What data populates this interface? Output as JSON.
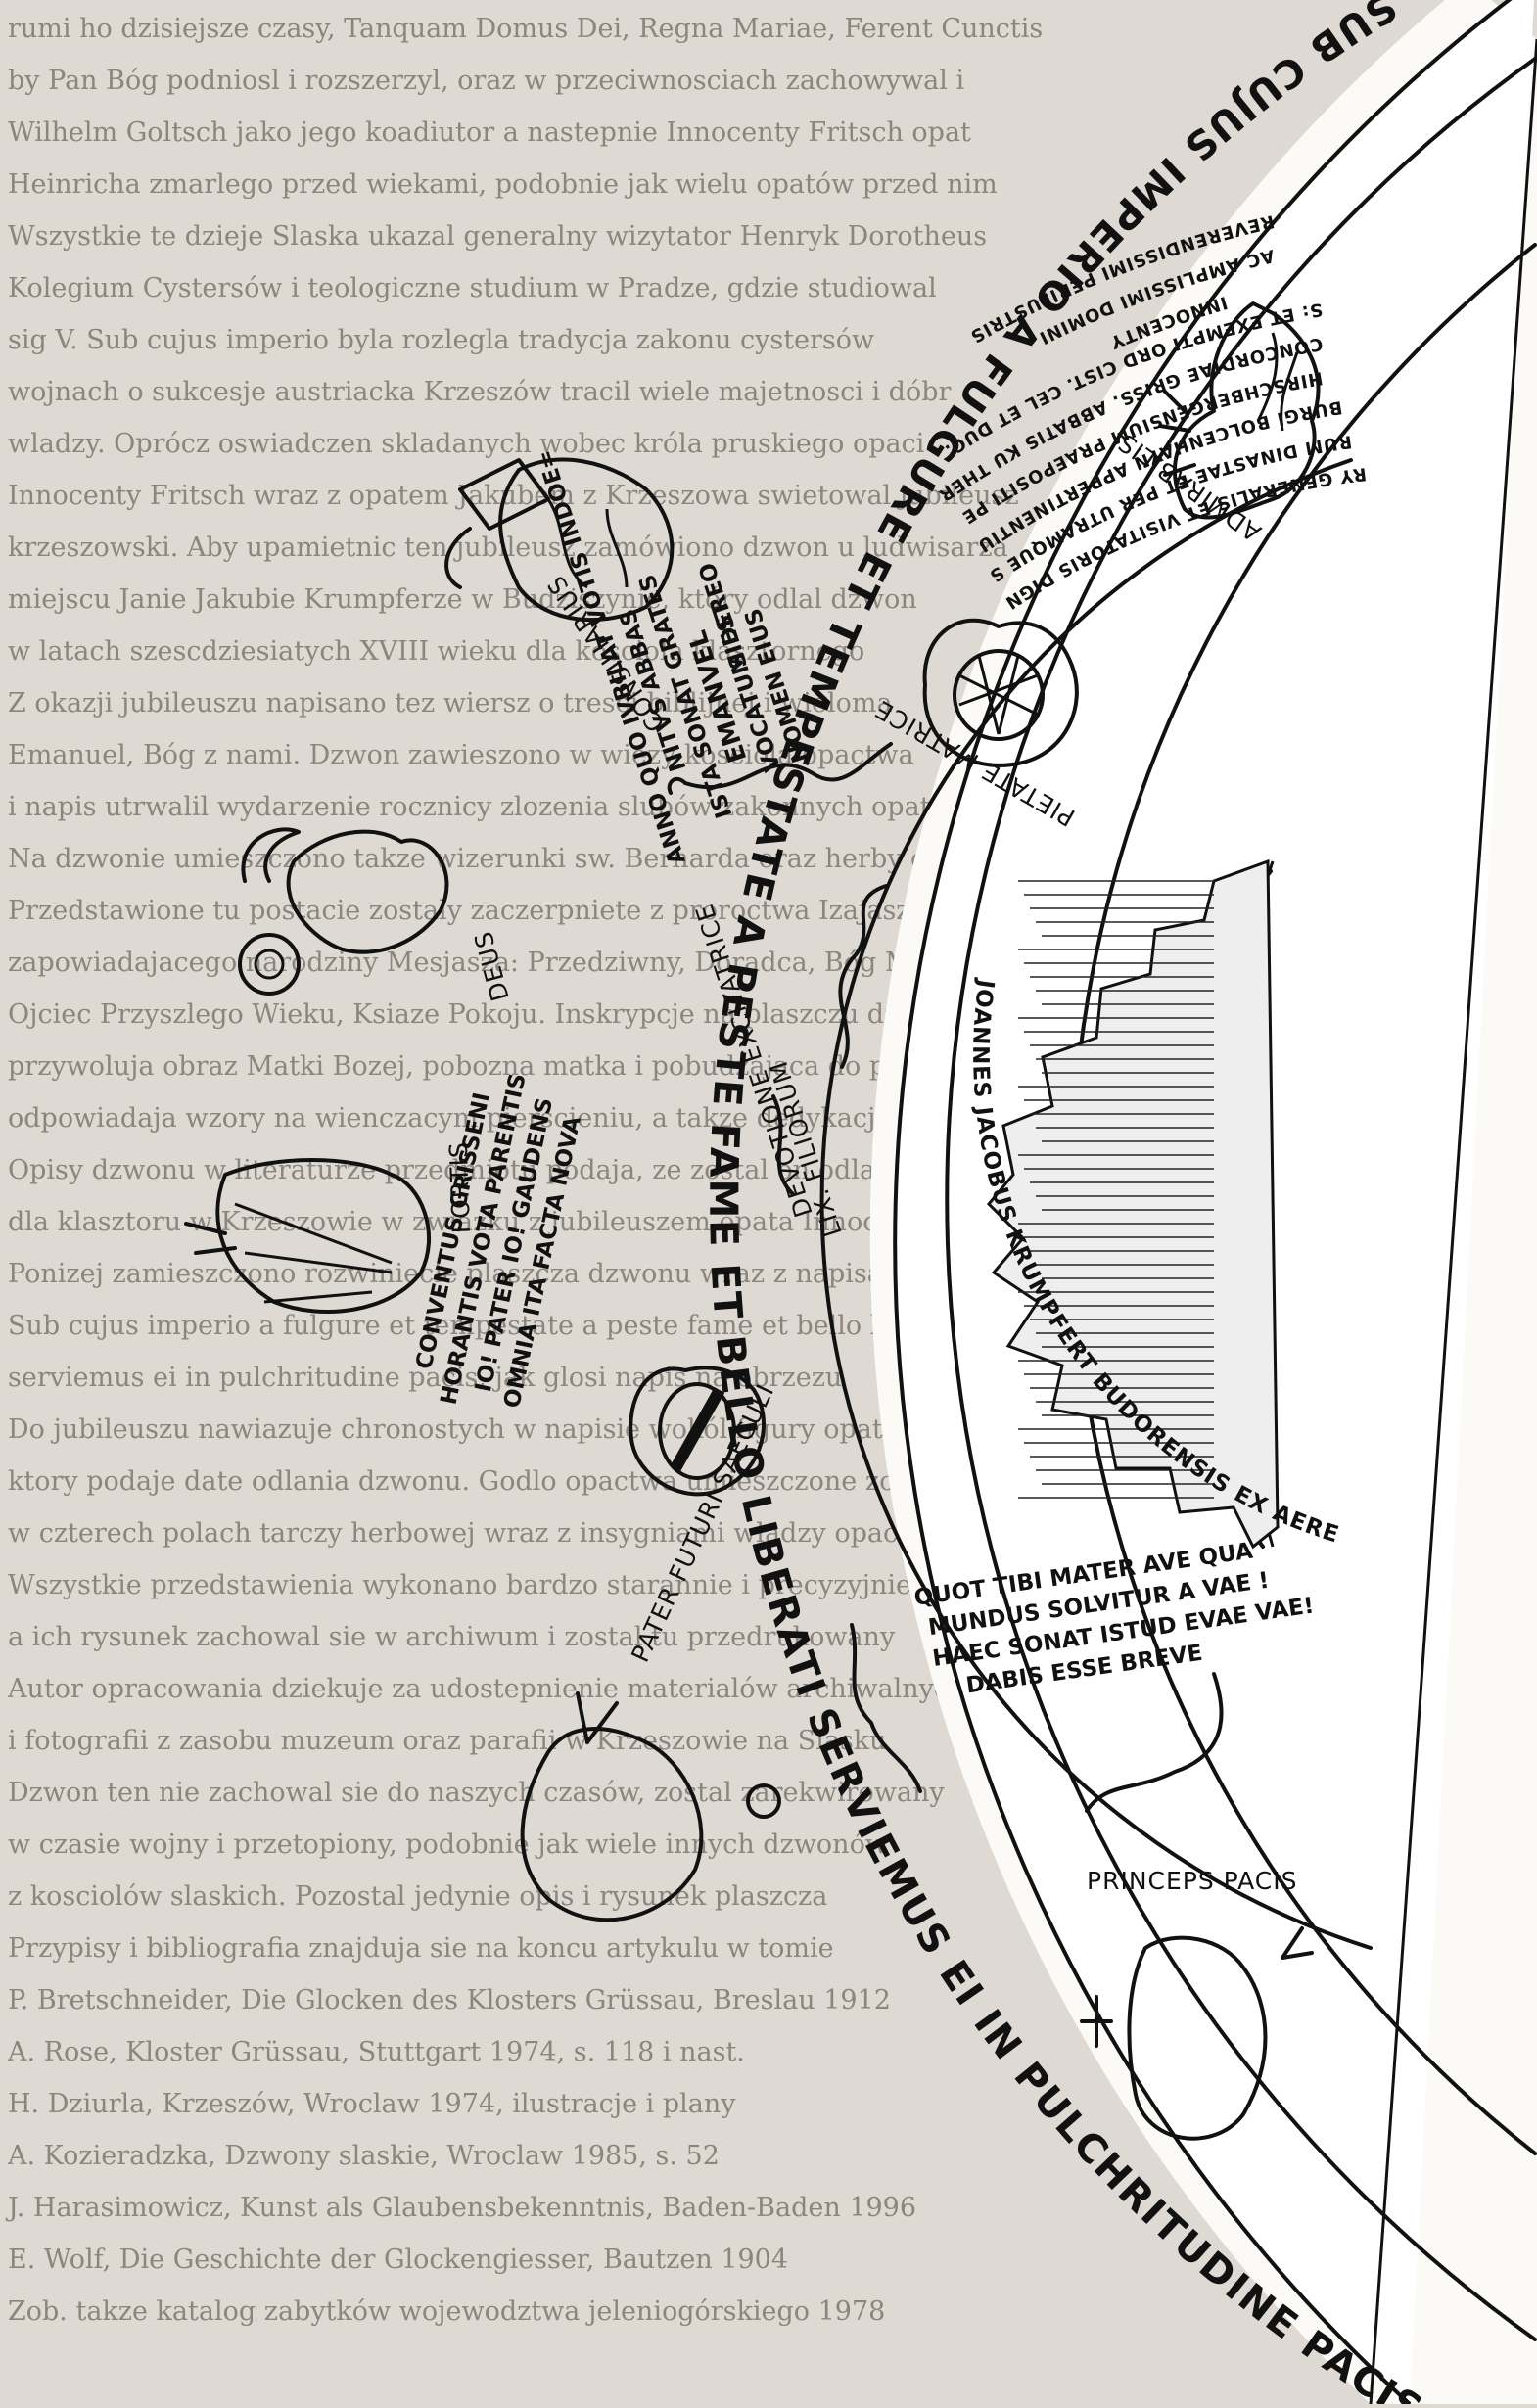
{
  "rim_text": [
    "SUB CUJUS",
    "IMPERIO",
    "A",
    "FULGURE",
    "ET TEMPESTATE",
    "A",
    "PESTE",
    "FAME",
    "ET",
    "BELLO",
    "LIBERATI",
    "SERVIEMUS",
    "EI",
    "IN PULCHRITUDINE",
    "PACIS"
  ],
  "figure_labels": {
    "admirabilis": "ADMIRABILIS",
    "consiliarius": "CONSILIARIUS",
    "deus": "DEUS",
    "fortis": "FORTIS",
    "pater": "PATER FUTURI SAECULI",
    "princeps": "PRINCEPS PACIS"
  },
  "dedication": [
    "REVERENDISSIMI PERILUSTRIS",
    "AC AMPLISSIMI DOMINI",
    "INNOCENTY",
    "S: ET EXEMPTI ORD CIST. CEL ET DUC.",
    "CONCORDIAE GRISS. ABBATIS KU THERMARUM",
    "HIRSCHBERGENSIUM PRAEPOSITI PERPETUI",
    "BURGI BOLCENHAYN APPERTINENTIUMQUE BONO-",
    "RUM DINASTAE ET PER UTRAMQUE SILESIAM VICA-",
    "RY GENERALIS ET VISITATORIS DIGNISSIMI"
  ],
  "inner_labels": {
    "pietate": "PIETATE MATRICE",
    "devotione": [
      "DEVOTIONE EXCITATRICE",
      "LIX. FILIORUM"
    ]
  },
  "anno_inscription": [
    "ANNO QUO IVBILAT VOTIS INDOE=",
    "NITVS ABBAS",
    "ISTA SONAT GRATES",
    "EMANVEL",
    "VOCATUM EST",
    "SIDEREO",
    "NOMEN EIUS"
  ],
  "conventus_inscription": [
    "CONVENTUS GRISSENI",
    "HORANTIS VOTA PARENTIS",
    "IO! PATER IO! GAUDENS",
    "OMNIA ITA FACTA NOVA"
  ],
  "quot_inscription": [
    "QUOT TIBI MATER AVE QUA",
    "MUNDUS SOLVITUR A VAE !",
    "HAEC SONAT ISTUD EVAE VAE!",
    "DABIS ESSE BREVE"
  ],
  "maker_text": "JOANNES JACOBUS KRUMPFERT BUDORENSIS EX AERE ARTEQUE PERFECERAT",
  "background_lines": [
    "rumi ho dzisiejsze czasy, Tanquam Domus Dei, Regna Mariae, Ferent Cunctis",
    "by Pan Bóg podniosl i rozszerzyl, oraz w przeciwnosciach zachowywal i",
    "Wilhelm Goltsch jako jego koadiutor a nastepnie Innocenty Fritsch opat",
    "Heinricha zmarlego przed wiekami, podobnie jak wielu opatów przed nim",
    "Wszystkie te dzieje Slaska ukazal generalny wizytator Henryk Dorotheus",
    "Kolegium Cystersów i teologiczne studium w Pradze, gdzie studiowal",
    "sig V. Sub cujus imperio byla rozlegla tradycja zakonu cystersów",
    "wojnach o sukcesje austriacka Krzeszów tracil wiele majetnosci i dóbr",
    "wladzy. Oprócz oswiadczen skladanych wobec króla pruskiego opaci",
    "Innocenty Fritsch wraz z opatem Jakubem z Krzeszowa swietowal jubileusz",
    "krzeszowski. Aby upamietnic ten jubileusz zamówiono dzwon u ludwisarza",
    "miejscu Janie Jakubie Krumpferze w Budziszynie, który odlal dzwon",
    "w latach szescdziesiatych XVIII wieku dla kosciola klasztornego",
    "Z okazji jubileuszu napisano tez wiersz o tresci biblijnej i wieloma",
    "Emanuel, Bóg z nami. Dzwon zawieszono w wiezy kosciola opactwa",
    "i napis utrwalil wydarzenie rocznicy zlozenia slubów zakonnych opata",
    "Na dzwonie umieszczono takze wizerunki sw. Bernarda oraz herby opactwa",
    "Przedstawione tu postacie zostaly zaczerpniete z proroctwa Izajasza",
    "zapowiadajacego narodziny Mesjasza: Przedziwny, Doradca, Bóg Mocny",
    "Ojciec Przyszlego Wieku, Ksiaze Pokoju. Inskrypcje na plaszczu dzwonu",
    "przywoluja obraz Matki Bozej, pobozna matka i pobudzajaca do poboznosci",
    "odpowiadaja wzory na wienczacym pierscieniu, a takze dedykacja opatowi",
    "Opisy dzwonu w literaturze przedmiotu podaja, ze zostal on odlany",
    "dla klasztoru w Krzeszowie w zwiazku z jubileuszem opata Innocentego",
    "Ponizej zamieszczono rozwiniecie plaszcza dzwonu wraz z napisami",
    "Sub cujus imperio a fulgure et tempestate a peste fame et bello liberati",
    "serviemus ei in pulchritudine pacis, jak glosi napis na obrzezu",
    "Do jubileuszu nawiazuje chronostych w napisie wokól figury opata",
    "ktory podaje date odlania dzwonu. Godlo opactwa umieszczone zostalo",
    "w czterech polach tarczy herbowej wraz z insygniami wladzy opackiej",
    "Wszystkie przedstawienia wykonano bardzo starannie i precyzyjnie",
    "a ich rysunek zachowal sie w archiwum i zostal tu przedrukowany",
    "Autor opracowania dziekuje za udostepnienie materialów archiwalnych",
    "i fotografii z zasobu muzeum oraz parafii w Krzeszowie na Slasku",
    "Dzwon ten nie zachowal sie do naszych czasów, zostal zarekwirowany",
    "w czasie wojny i przetopiony, podobnie jak wiele innych dzwonów",
    "z kosciolów slaskich. Pozostal jedynie opis i rysunek plaszcza",
    "Przypisy i bibliografia znajduja sie na koncu artykulu w tomie",
    "P. Bretschneider, Die Glocken des Klosters Grüssau, Breslau 1912",
    "A. Rose, Kloster Grüssau, Stuttgart 1974, s. 118 i nast.",
    "H. Dziurla, Krzeszów, Wroclaw 1974, ilustracje i plany",
    "A. Kozieradzka, Dzwony slaskie, Wroclaw 1985, s. 52",
    "J. Harasimowicz, Kunst als Glaubensbekenntnis, Baden-Baden 1996",
    "E. Wolf, Die Geschichte der Glockengiesser, Bautzen 1904",
    "Zob. takze katalog zabytków wojewodztwa jeleniogórskiego 1978"
  ]
}
